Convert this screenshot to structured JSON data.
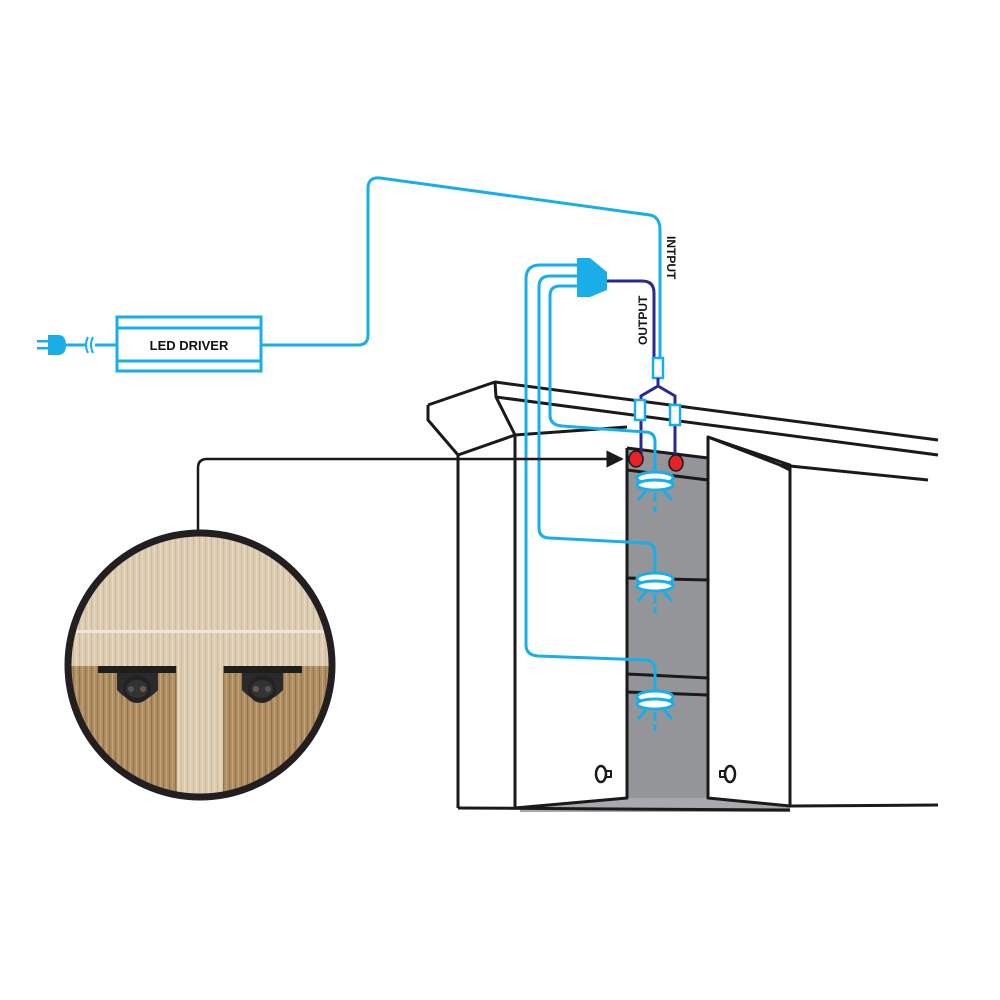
{
  "diagram": {
    "type": "wiring-diagram",
    "subject": "Under-cabinet LED puck lights wired to an LED driver via a splitter",
    "colors": {
      "wire_cyan": "#1AAEE8",
      "wire_navy": "#2B2A8C",
      "connector_red": "#E8202A",
      "cabinet_line": "#1A1A1A",
      "cabinet_interior": "#939598",
      "wood_light": "#D9CBB0",
      "wood_dark": "#A8875E",
      "background": "#FFFFFF"
    },
    "labels": {
      "driver": "LED DRIVER",
      "input": "INTPUT",
      "output": "OUTPUT"
    },
    "components": [
      {
        "id": "power-plug",
        "label": "Power plug"
      },
      {
        "id": "led-driver",
        "label": "LED DRIVER"
      },
      {
        "id": "splitter-hub",
        "label": "3-way splitter"
      },
      {
        "id": "y-connector",
        "label": "Input/Output Y-connector"
      },
      {
        "id": "red-terminals",
        "count": 2
      },
      {
        "id": "puck-lights",
        "count": 3
      },
      {
        "id": "cabinet-doors",
        "count": 2
      },
      {
        "id": "detail-inset",
        "label": "Close-up of two 2-pin sockets mounted under wooden shelf"
      }
    ]
  }
}
